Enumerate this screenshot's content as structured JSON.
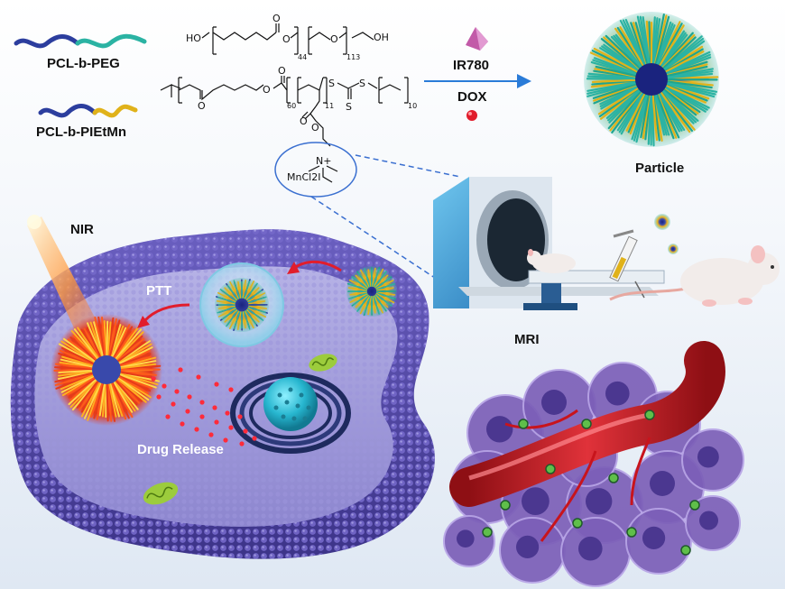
{
  "labels": {
    "pcl_peg": "PCL-b-PEG",
    "pcl_pietmn": "PCL-b-PIEtMn",
    "ir780": "IR780",
    "dox": "DOX",
    "particle": "Particle",
    "nir": "NIR",
    "ptt": "PTT",
    "mri": "MRI",
    "drug_release": "Drug Release"
  },
  "chem": {
    "ho": "HO",
    "oh": "OH",
    "o": "O",
    "n_plus": "N+",
    "mn_cl": "MnCl2I",
    "s": "S",
    "sub_44": "44",
    "sub_113": "113",
    "sub_60": "60",
    "sub_11": "11",
    "sub_10": "10"
  },
  "colors": {
    "peg_chain": "#2bb3a3",
    "pcl_chain": "#2c3e9e",
    "pietmn_chain": "#e0b21a",
    "cell_membrane": "#5b4fa8",
    "nucleus": "#33c0d6",
    "vessel": "#c8141c",
    "tumor": "#7c5fb8",
    "arrow": "#2a7bd8",
    "dashed": "#3a6fd0",
    "ir780": "#c25aa8",
    "dox": "#e11d2c"
  }
}
